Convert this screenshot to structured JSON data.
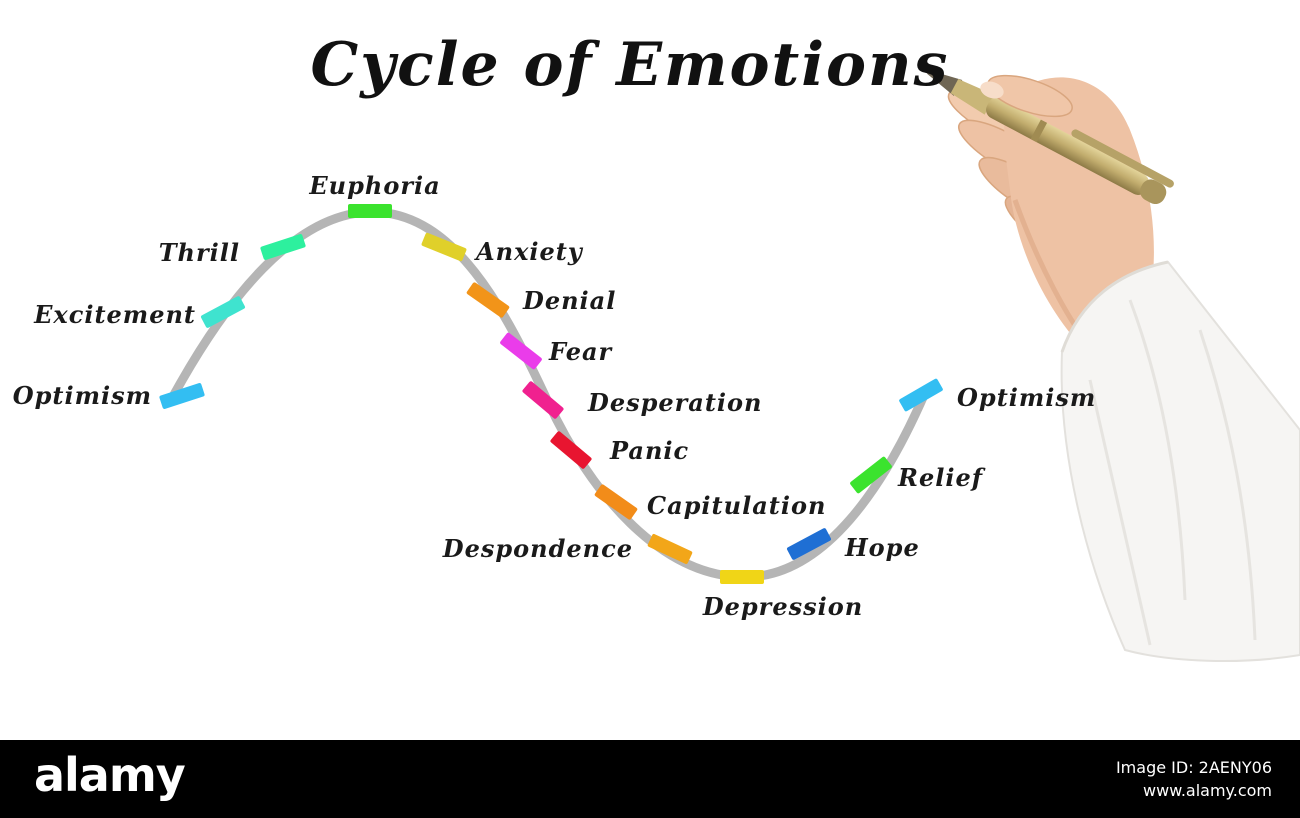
{
  "title": "Cycle of Emotions",
  "diagram": {
    "type": "cycle_curve",
    "curve_color": "#b5b5b5",
    "points": [
      {
        "label": "Optimism",
        "color": "#33bef2"
      },
      {
        "label": "Excitement",
        "color": "#3fe3cf"
      },
      {
        "label": "Thrill",
        "color": "#2df09e"
      },
      {
        "label": "Euphoria",
        "color": "#3be32e"
      },
      {
        "label": "Anxiety",
        "color": "#e0d02a"
      },
      {
        "label": "Denial",
        "color": "#f29419"
      },
      {
        "label": "Fear",
        "color": "#ea3cea"
      },
      {
        "label": "Desperation",
        "color": "#f0218f"
      },
      {
        "label": "Panic",
        "color": "#e81530"
      },
      {
        "label": "Capitulation",
        "color": "#f28c19"
      },
      {
        "label": "Despondence",
        "color": "#f2a619"
      },
      {
        "label": "Depression",
        "color": "#f0d517"
      },
      {
        "label": "Hope",
        "color": "#1f6fd4"
      },
      {
        "label": "Relief",
        "color": "#3be32e"
      },
      {
        "label": "Optimism",
        "color": "#33bef2"
      }
    ]
  },
  "footer": {
    "brand": "alamy",
    "image_id_label": "Image ID: 2AENY06",
    "url": "www.alamy.com"
  }
}
